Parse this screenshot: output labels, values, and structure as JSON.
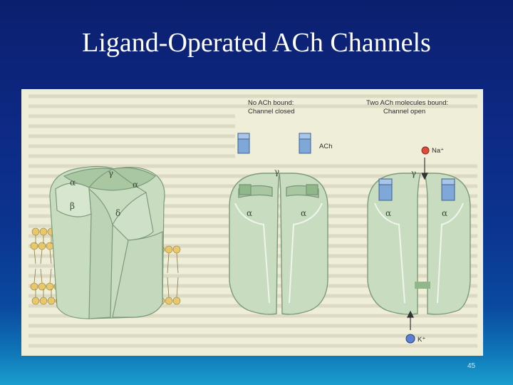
{
  "slide": {
    "title": "Ligand-Operated ACh Channels",
    "page_number": "45"
  },
  "figure": {
    "panel_closed": {
      "header_line1": "No ACh bound:",
      "header_line2": "Channel closed",
      "ach_label": "ACh",
      "subunit_labels": [
        "α",
        "α",
        "γ"
      ]
    },
    "panel_open": {
      "header_line1": "Two ACh molecules bound:",
      "header_line2": "Channel open",
      "na_label": "Na⁺",
      "k_label": "K⁺",
      "subunit_labels": [
        "α",
        "α",
        "γ"
      ]
    },
    "receptor_3d": {
      "subunit_labels": [
        "α",
        "γ",
        "α",
        "β",
        "δ"
      ]
    },
    "colors": {
      "protein": "#c8dcc0",
      "protein_dark": "#9fbf9a",
      "ach": "#7fa8d8",
      "lipid_head": "#e8c86a",
      "na_ion": "#e04a3a",
      "k_ion": "#5a7fd0"
    }
  }
}
